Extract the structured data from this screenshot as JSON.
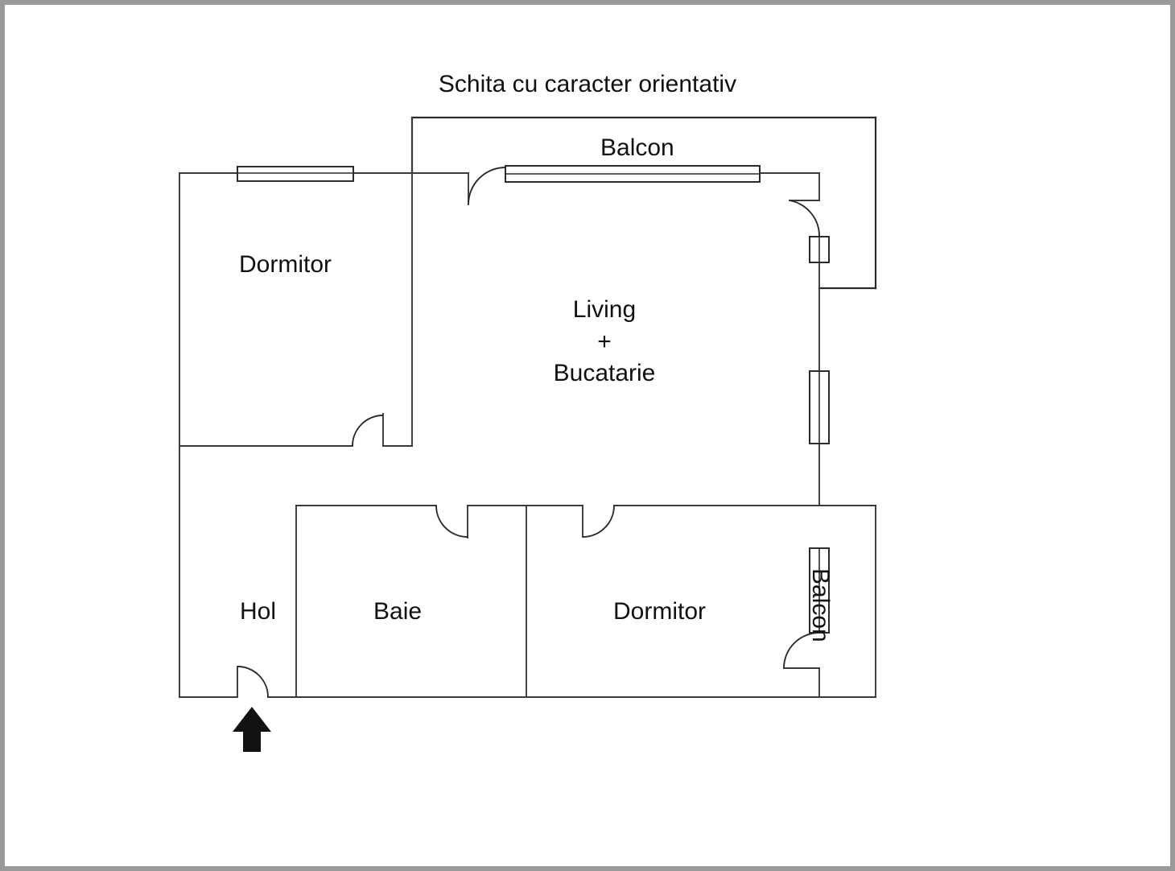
{
  "document": {
    "title": "Schita cu caracter orientativ",
    "kind": "floor-plan",
    "language": "ro"
  },
  "plan": {
    "rooms": [
      {
        "id": "balcon-top",
        "label": "Balcon",
        "orientation": "horizontal"
      },
      {
        "id": "dormitor-top",
        "label": "Dormitor",
        "orientation": "horizontal"
      },
      {
        "id": "living",
        "label_line1": "Living",
        "label_line2": "+",
        "label_line3": "Bucatarie",
        "orientation": "horizontal"
      },
      {
        "id": "hol",
        "label": "Hol",
        "orientation": "horizontal"
      },
      {
        "id": "baie",
        "label": "Baie",
        "orientation": "horizontal"
      },
      {
        "id": "dormitor-bottom",
        "label": "Dormitor",
        "orientation": "horizontal"
      },
      {
        "id": "balcon-bottom",
        "label": "Balcon",
        "orientation": "vertical"
      }
    ],
    "openings": {
      "windows": [
        {
          "id": "window-dormitor-top",
          "room": "dormitor-top",
          "wall": "north"
        },
        {
          "id": "window-balcon-top",
          "room": "balcon-top",
          "wall": "south"
        },
        {
          "id": "window-living-east-small",
          "room": "living",
          "wall": "east"
        },
        {
          "id": "window-living-east-large",
          "room": "living",
          "wall": "east"
        },
        {
          "id": "window-balcon-bottom",
          "room": "balcon-bottom",
          "wall": "west"
        }
      ],
      "doors": [
        {
          "id": "door-entrance",
          "room": "hol",
          "wall": "south",
          "marker": "entrance-arrow"
        },
        {
          "id": "door-dormitor-top",
          "room": "dormitor-top",
          "wall": "south"
        },
        {
          "id": "door-baie",
          "room": "baie",
          "wall": "north"
        },
        {
          "id": "door-dormitor-bottom",
          "room": "dormitor-bottom",
          "wall": "north"
        },
        {
          "id": "door-balcon-top",
          "room": "living",
          "wall": "north"
        },
        {
          "id": "door-balcon-side",
          "room": "living",
          "wall": "east"
        },
        {
          "id": "door-balcon-bottom",
          "room": "dormitor-bottom",
          "wall": "east"
        }
      ]
    }
  },
  "colors": {
    "wall_stroke": "#2b2b2b",
    "frame_border": "#9a9a9a",
    "background": "#ffffff",
    "text": "#111111",
    "arrow_fill": "#121212"
  }
}
